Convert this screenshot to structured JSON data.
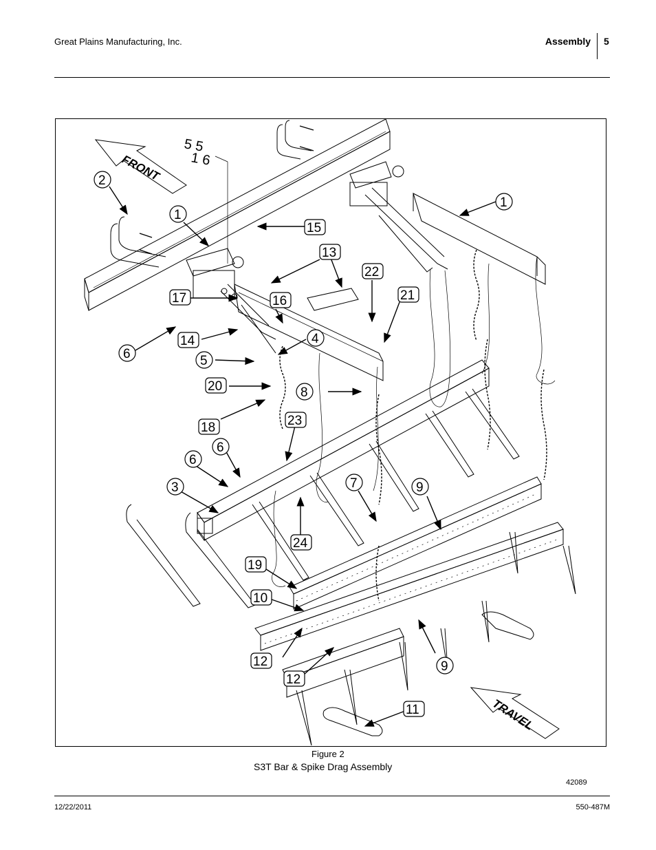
{
  "header": {
    "company": "Great Plains Manufacturing, Inc.",
    "section": "Assembly",
    "page_number": "5"
  },
  "figure": {
    "number_label": "Figure 2",
    "title": "S3T Bar & Spike Drag Assembly",
    "drawing_number": "42089",
    "arrow_labels": {
      "front": "FRONT",
      "travel": "TRAVEL"
    },
    "dimension_text": [
      "5 5",
      "1 6"
    ],
    "callouts": [
      {
        "label": "1"
      },
      {
        "label": "1"
      },
      {
        "label": "2"
      },
      {
        "label": "3"
      },
      {
        "label": "4"
      },
      {
        "label": "5"
      },
      {
        "label": "6"
      },
      {
        "label": "6"
      },
      {
        "label": "6"
      },
      {
        "label": "7"
      },
      {
        "label": "8"
      },
      {
        "label": "9"
      },
      {
        "label": "9"
      },
      {
        "label": "10"
      },
      {
        "label": "11"
      },
      {
        "label": "12"
      },
      {
        "label": "12"
      },
      {
        "label": "13"
      },
      {
        "label": "14"
      },
      {
        "label": "15"
      },
      {
        "label": "16"
      },
      {
        "label": "17"
      },
      {
        "label": "18"
      },
      {
        "label": "19"
      },
      {
        "label": "20"
      },
      {
        "label": "21"
      },
      {
        "label": "22"
      },
      {
        "label": "23"
      },
      {
        "label": "24"
      }
    ]
  },
  "footer": {
    "date": "12/22/2011",
    "manual_number": "550-487M"
  }
}
